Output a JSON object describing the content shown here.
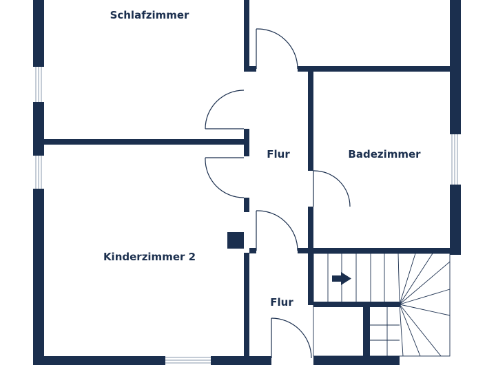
{
  "floor_plan": {
    "colors": {
      "wall": "#1b2f4e",
      "background": "#ffffff",
      "line": "#1b2f4e",
      "window_line": "#8a9aae"
    },
    "rooms": [
      {
        "id": "schlafzimmer",
        "label": "Schlafzimmer"
      },
      {
        "id": "kinderzimmer-2",
        "label": "Kinderzimmer 2"
      },
      {
        "id": "flur-upper",
        "label": "Flur"
      },
      {
        "id": "badezimmer",
        "label": "Badezimmer"
      },
      {
        "id": "flur-lower",
        "label": "Flur"
      }
    ],
    "symbols": {
      "stair_direction": "arrow-right-icon"
    }
  }
}
